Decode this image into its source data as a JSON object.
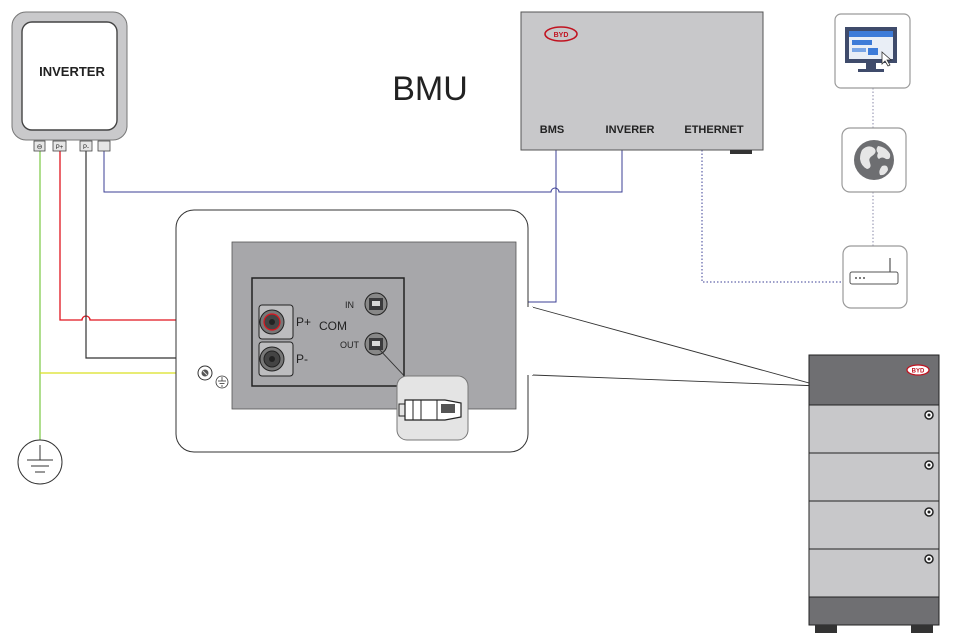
{
  "labels": {
    "inverter": "INVERTER",
    "bmu_title": "BMU",
    "bmu_bms": "BMS",
    "bmu_inverer": "INVERER",
    "bmu_ethernet": "ETHERNET",
    "port_in": "IN",
    "port_out": "OUT",
    "com": "COM",
    "p_plus": "P+",
    "p_minus": "P-",
    "inv_term_plus": "P+",
    "inv_term_minus": "P-",
    "brand": "BYD"
  },
  "colors": {
    "positive_wire": "#e0141e",
    "negative_wire": "#333333",
    "ground_wire": "#7ac943",
    "ground_bond_wire": "#d9e021",
    "com_cable": "#3b3f96",
    "ethernet_cable": "#3b3f96",
    "brand": "#c1121f",
    "device_gray": "#c8c8ca",
    "panel_gray": "#a7a7aa",
    "battery_dark": "#6f6f72"
  },
  "icons": {
    "computer": "computer-icon",
    "globe": "globe-icon",
    "router": "router-icon",
    "ground": "ground-symbol-icon",
    "connector": "rj45-connector-icon"
  }
}
